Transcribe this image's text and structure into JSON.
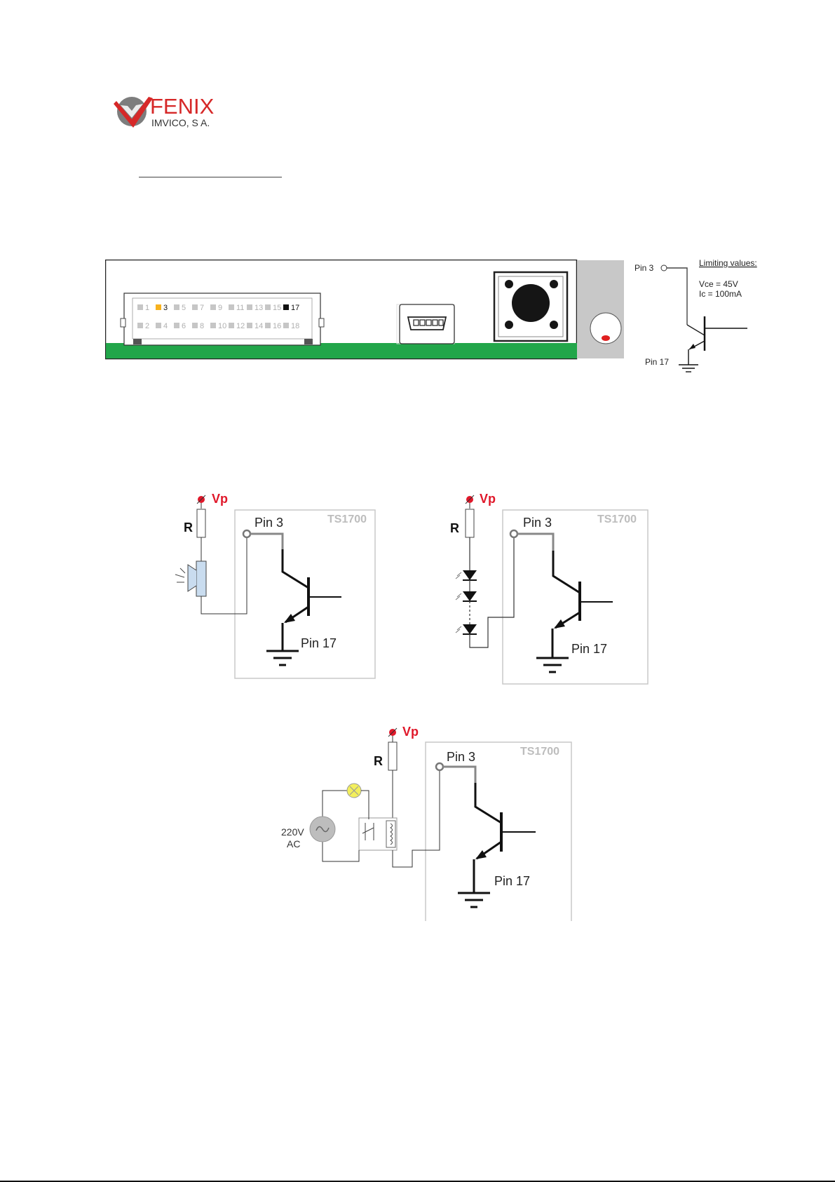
{
  "logo": {
    "brand": "FENIX",
    "company": "IMVICO, S A."
  },
  "colors": {
    "brand_red": "#d62828",
    "pcb_green": "#22a64a",
    "pin3_highlight": "#f7b21e",
    "vp_red": "#e0182a",
    "frame_gray": "#c8c8c8",
    "device_label_gray": "#bdbdbd",
    "speaker_fill": "#c9dcef",
    "lamp_yellow": "#f3ef5c"
  },
  "connector": {
    "top_pins": [
      "1",
      "3",
      "5",
      "7",
      "9",
      "11",
      "13",
      "15",
      "17"
    ],
    "bottom_pins": [
      "2",
      "4",
      "6",
      "8",
      "10",
      "12",
      "14",
      "16",
      "18"
    ]
  },
  "output_spec": {
    "pin3": "Pin 3",
    "pin17": "Pin 17",
    "limiting_title": "Limiting values:",
    "vce": "Vce = 45V",
    "ic": "Ic = 100mA"
  },
  "schematics": {
    "vp": "Vp",
    "resistor": "R",
    "pin3": "Pin 3",
    "pin17": "Pin 17",
    "device": "TS1700",
    "ac_voltage": "220V",
    "ac_type": "AC"
  }
}
